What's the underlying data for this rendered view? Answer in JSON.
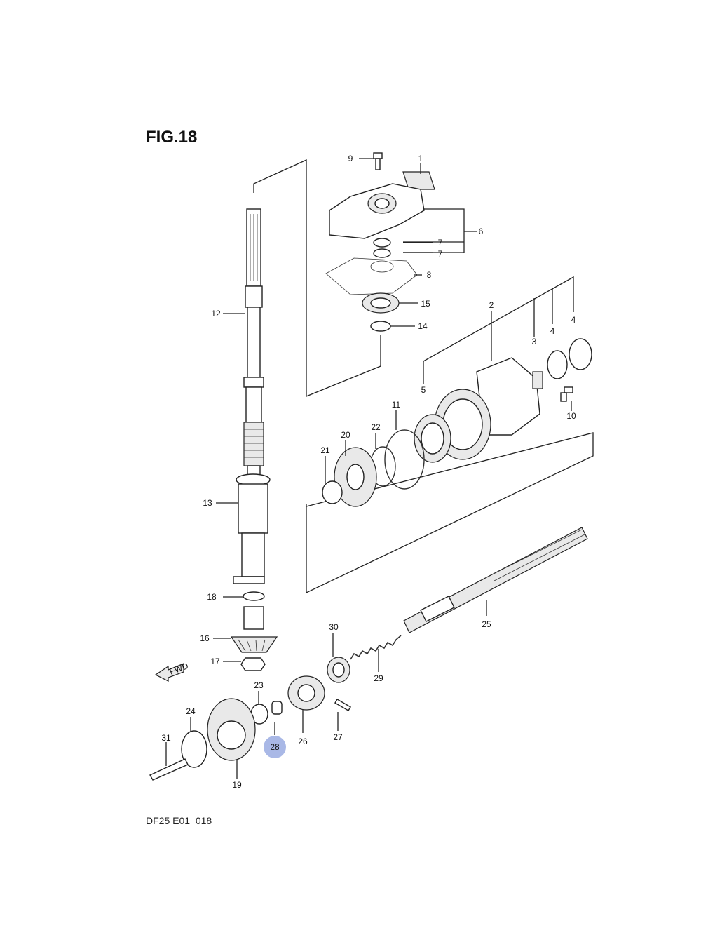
{
  "figure": {
    "title": "FIG.18",
    "code": "DF25 E01_018"
  },
  "fwd_label": "FWD",
  "highlight_color": "#a9b8e6",
  "callouts": {
    "c1": "1",
    "c2": "2",
    "c3": "3",
    "c4a": "4",
    "c4b": "4",
    "c5": "5",
    "c6": "6",
    "c7a": "7",
    "c7b": "7",
    "c8": "8",
    "c9": "9",
    "c10": "10",
    "c11": "11",
    "c12": "12",
    "c13": "13",
    "c14": "14",
    "c15": "15",
    "c16": "16",
    "c17": "17",
    "c18": "18",
    "c19": "19",
    "c20": "20",
    "c21": "21",
    "c22": "22",
    "c23": "23",
    "c24": "24",
    "c25": "25",
    "c26": "26",
    "c27": "27",
    "c28": "28",
    "c29": "29",
    "c30": "30",
    "c31": "31"
  }
}
